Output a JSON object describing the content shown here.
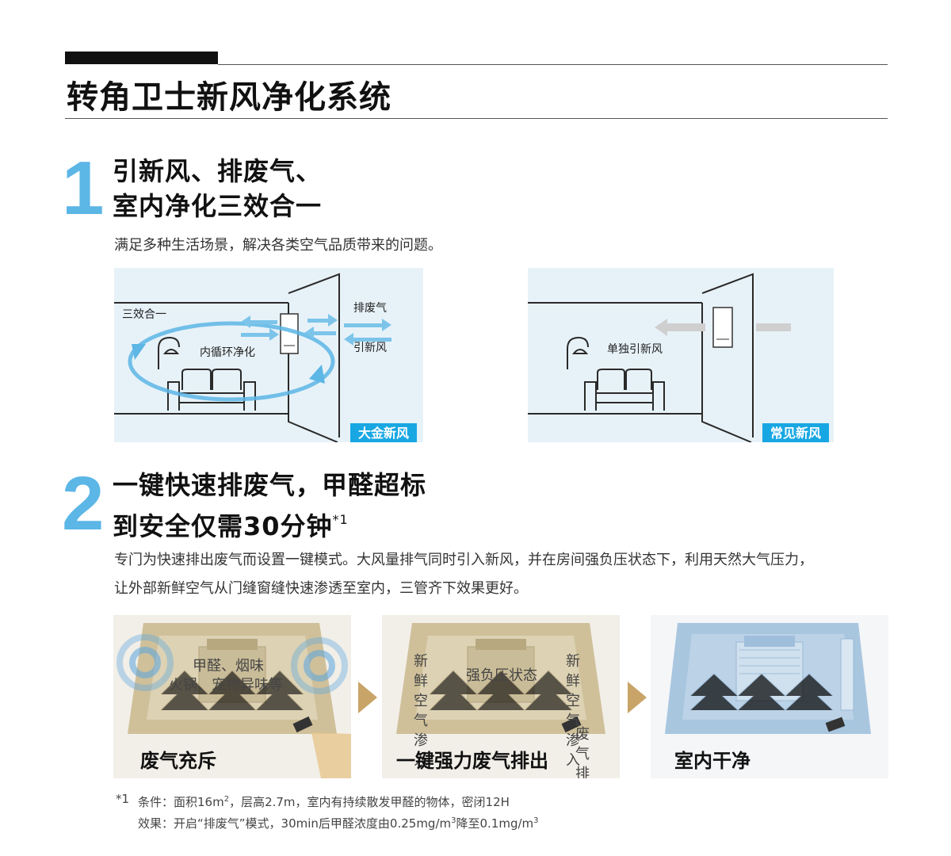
{
  "page_title": "转角卫士新风净化系统",
  "section1": {
    "number": "1",
    "heading_line1": "引新风、排废气、",
    "heading_line2": "室内净化三效合一",
    "description": "满足多种生活场景，解决各类空气品质带来的问题。",
    "left_panel": {
      "label_combo": "三效合一",
      "label_circulation": "内循环净化",
      "label_exhaust": "排废气",
      "label_intake": "引新风",
      "badge": "大金新风"
    },
    "right_panel": {
      "label_single": "单独引新风",
      "badge": "常见新风"
    }
  },
  "section2": {
    "number": "2",
    "heading_line1": "一键快速排废气，甲醛超标",
    "heading_line2": "到安全仅需30分钟",
    "heading_sup": "*1",
    "description_line1": "专门为快速排出废气而设置一键模式。大风量排气同时引入新风，并在房间强负压状态下，利用天然大气压力，",
    "description_line2": "让外部新鲜空气从门缝窗缝快速渗透至室内，三管齐下效果更好。",
    "cards": [
      {
        "caption": "废气充斥",
        "overlay_line1": "甲醛、烟味",
        "overlay_line2": "火锅、宠物异味等"
      },
      {
        "caption": "一键强力废气排出",
        "overlay_center": "强负压状态",
        "overlay_left": "新鲜空气渗入",
        "overlay_right": "新鲜空气渗入",
        "overlay_exhaust": "废气排出"
      },
      {
        "caption": "室内干净"
      }
    ]
  },
  "footnote": {
    "marker": "*1",
    "line1_prefix": "条件：面积16m",
    "line1_sup": "2",
    "line1_suffix": "，层高2.7m，室内有持续散发甲醛的物体，密闭12H",
    "line2_a": "效果：开启“排废气”模式，30min后甲醛浓度由0.25mg/m",
    "line2_sup1": "3",
    "line2_b": "降至0.1mg/m",
    "line2_sup2": "3"
  },
  "colors": {
    "accent_blue": "#5cb6e6",
    "badge_blue": "#18a7e3",
    "panel_bg": "#e7f2f8",
    "room_beige": "#d8ccb0",
    "room_blue": "#a7c6e0",
    "arrow_gold": "#c8a468"
  }
}
